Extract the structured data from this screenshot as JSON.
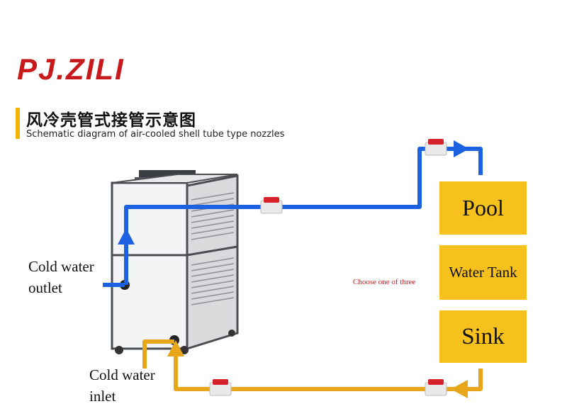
{
  "logo": {
    "text": "PJ.ZILI"
  },
  "heading": {
    "title_zh": "风冷壳管式接管示意图",
    "subtitle_en": "Schematic diagram of air-cooled shell tube type nozzles"
  },
  "destinations": {
    "pool": "Pool",
    "water_tank": "Water Tank",
    "sink": "Sink",
    "choice_note": "Choose one of three"
  },
  "labels": {
    "outlet_line1": "Cold water",
    "outlet_line2": "outlet",
    "inlet_line1": "Cold water",
    "inlet_line2": "inlet"
  },
  "colors": {
    "supply_pipe": "#1c62e0",
    "return_pipe": "#e8a61a",
    "box_fill": "#f6c11c",
    "valve_red": "#d6202a",
    "accent_bar": "#f2b400",
    "note_red": "#c8191d"
  }
}
